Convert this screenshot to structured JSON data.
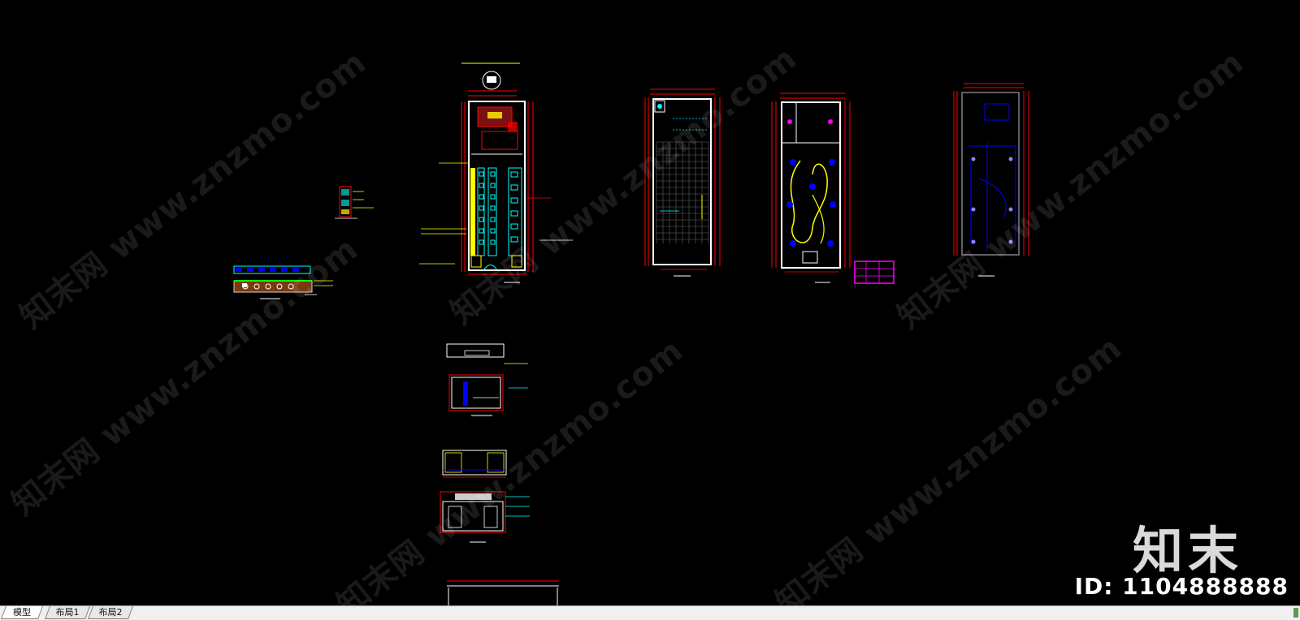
{
  "tabs": [
    {
      "label": "模型",
      "active": true
    },
    {
      "label": "布局1",
      "active": false
    },
    {
      "label": "布局2",
      "active": false
    }
  ],
  "watermark": {
    "logo_text": "知末",
    "id_text": "ID: 1104888888",
    "repeat_text": "知末网 www.znzmo.com"
  },
  "colors": {
    "background": "#000000",
    "dimension_red": "#ff0000",
    "wall_white": "#ffffff",
    "cyan": "#00ffff",
    "yellow": "#ffff00",
    "blue": "#0000ff",
    "magenta": "#ff00ff",
    "green": "#00ff00"
  }
}
